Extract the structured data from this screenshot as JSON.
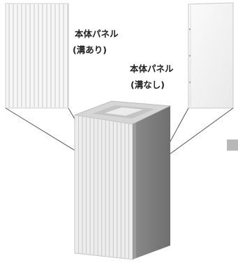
{
  "labels": {
    "grooved_title": "本体パネル",
    "grooved_note": "(溝あり)",
    "smooth_title": "本体パネル",
    "smooth_note": "(溝なし)"
  },
  "colors": {
    "panel_light": "#f5f5f5",
    "groove_line": "#c8c8c8",
    "panel_smooth": "#f4f4f4",
    "front_face": "#ebebeb",
    "side_face_dark": "#7f7f7f",
    "side_face_light": "#9a9a9a",
    "top_face": "#d7d7d7",
    "leader_line": "#555555",
    "edge_tab": "#b8b8b8"
  },
  "icons": {
    "grooved_panel": "grooved-panel-icon",
    "smooth_panel": "smooth-panel-icon",
    "box": "box-3d-icon"
  }
}
